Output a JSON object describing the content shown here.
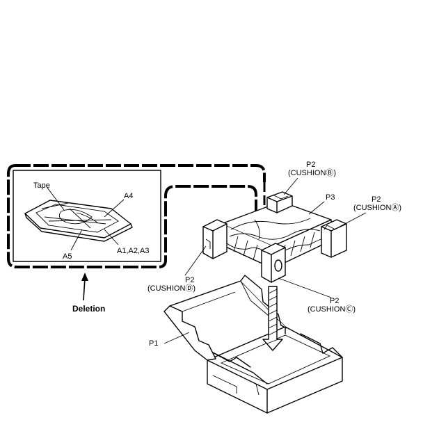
{
  "diagram": {
    "labels": {
      "tape": "Tape",
      "a4": "A4",
      "a5": "A5",
      "a123": "A1,A2,A3",
      "deletion": "Deletion",
      "p2_b_num": "P2",
      "p2_b_name": "(CUSHIONⒷ)",
      "p3": "P3",
      "p2_a_num": "P2",
      "p2_a_name": "(CUSHIONⒶ)",
      "p2_d_num": "P2",
      "p2_d_name": "(CUSHIONⒹ)",
      "p2_c_num": "P2",
      "p2_c_name": "(CUSHIONⒸ)",
      "p1": "P1"
    }
  }
}
